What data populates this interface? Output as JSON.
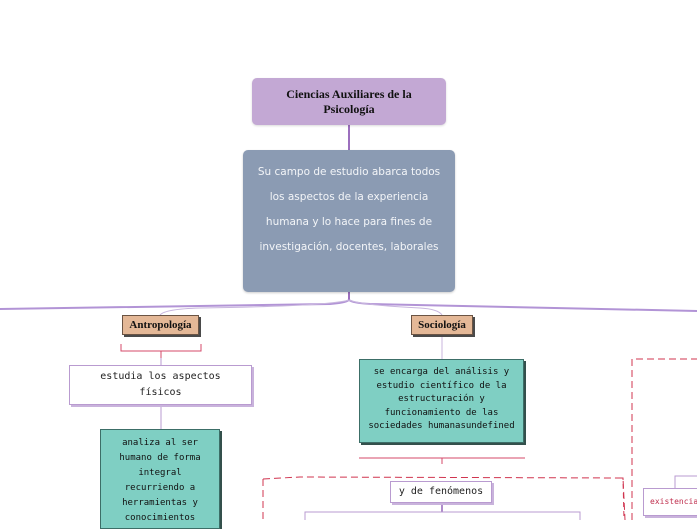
{
  "colors": {
    "root_fill": "#c3a8d4",
    "description_fill": "#8b9bb3",
    "tag_fill": "#e4b897",
    "teal_fill": "#7fcfc3",
    "connector": "#a77fc8",
    "dashed_border": "#d0344f",
    "bracket": "#d4486a"
  },
  "root": {
    "title": "Ciencias Auxiliares de la Psicología"
  },
  "description": {
    "text": "Su campo de estudio abarca todos los aspectos de la experiencia humana y lo hace para fines de investigación, docentes, laborales"
  },
  "branches": {
    "antropologia": {
      "label": "Antropología",
      "child": "estudia los aspectos físicos",
      "grandchild": "analiza al ser humano de forma integral recurriendo a herramientas y conocimientos"
    },
    "sociologia": {
      "label": "Sociología",
      "child": "se encarga del análisis y estudio científico de la estructuración y funcionamiento de las sociedades humanasundefined",
      "group_node": "y de fenómenos"
    }
  },
  "partial_nodes": {
    "right_edge": "existencia"
  }
}
